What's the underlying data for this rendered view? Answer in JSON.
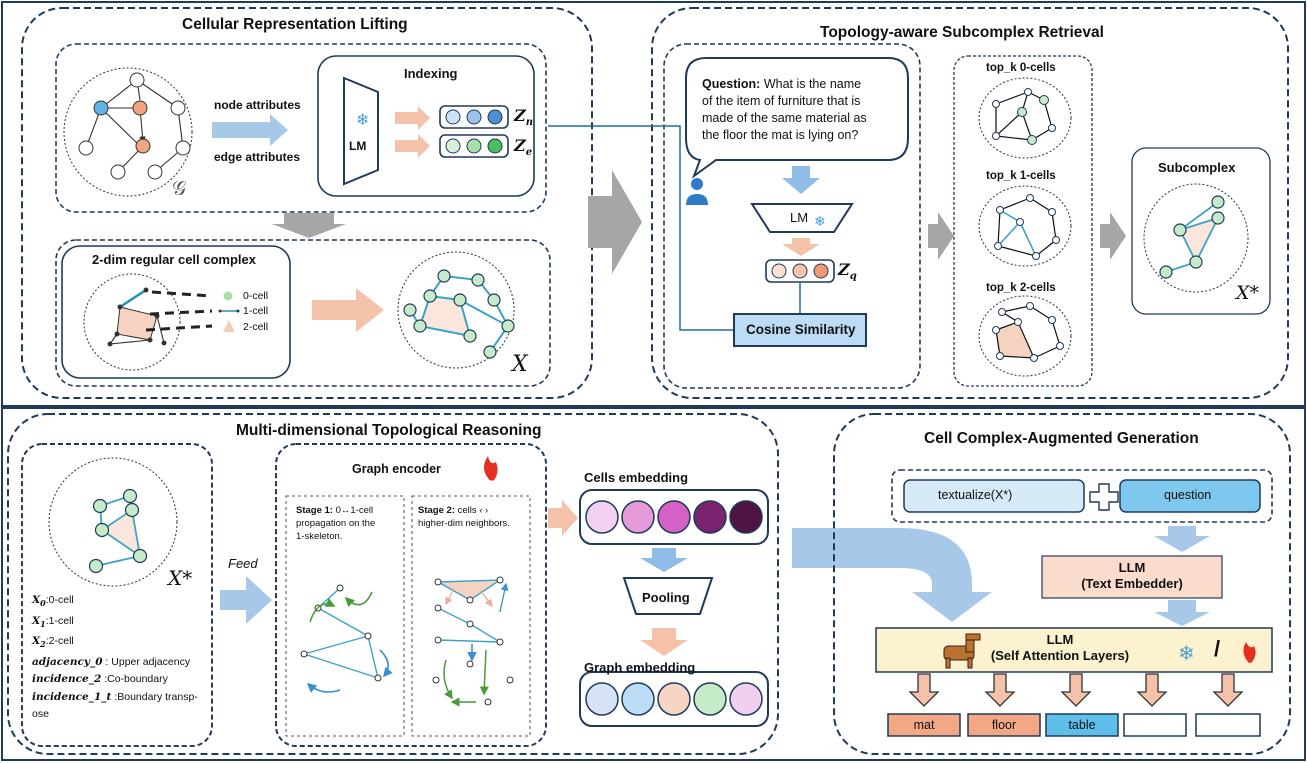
{
  "panels": {
    "lifting_title": "Cellular Representation Lifting",
    "retrieval_title": "Topology-aware Subcomplex Retrieval",
    "reasoning_title": "Multi-dimensional Topological Reasoning",
    "generation_title": "Cell Complex-Augmented Generation"
  },
  "lifting": {
    "node_attributes": "node attributes",
    "edge_attributes": "edge attributes",
    "indexing": "Indexing",
    "lm": "LM",
    "zn": "Z",
    "zn_sub": "n",
    "ze": "Z",
    "ze_sub": "e",
    "graph_symbol": "𝒢",
    "cell_complex_title": "2-dim regular cell complex",
    "legend": [
      "0-cell",
      "1-cell",
      "2-cell"
    ],
    "complex_symbol": "X"
  },
  "retrieval": {
    "question_label": "Question:",
    "question_lines": [
      " What is the name",
      "of the item of furniture that is",
      "made of the same material as",
      "the floor the mat is lying on?"
    ],
    "lm": "LM",
    "zq": "Z",
    "zq_sub": "q",
    "cosine": "Cosine Similarity",
    "topk": [
      "top_k 0-cells",
      "top_k 1-cells",
      "top_k 2-cells"
    ],
    "subcomplex": "Subcomplex",
    "subcomplex_symbol": "X*"
  },
  "reasoning": {
    "symbol": "X*",
    "defs": [
      {
        "sym": "X",
        "sub": "0",
        "desc": ":0-cell"
      },
      {
        "sym": "X",
        "sub": "1",
        "desc": ":1-cell"
      },
      {
        "sym": "X",
        "sub": "2",
        "desc": ":2-cell"
      },
      {
        "sym": "adjacency_0",
        "sub": "",
        "desc": " : Upper adjacency"
      },
      {
        "sym": "incidence_2",
        "sub": "",
        "desc": " :Co-boundary"
      },
      {
        "sym": "incidence_1_t",
        "sub": "",
        "desc": " :Boundary transp-"
      }
    ],
    "defs_tail": "ose",
    "feed": "Feed",
    "graph_encoder": "Graph encoder",
    "stage1_bold": "Stage 1:",
    "stage1_lines": [
      " 0↔1-cell",
      "propagation on the",
      "1-skeleton."
    ],
    "stage2_bold": "Stage 2:",
    "stage2_lines": [
      " cells ‹ ›",
      "higher-dim neighbors."
    ],
    "cells_embedding": "Cells embedding",
    "pooling": "Pooling",
    "graph_embedding": "Graph embedding",
    "cell_colors": [
      "#f2d0ef",
      "#e79ad9",
      "#d462c6",
      "#7a2470",
      "#4f1542"
    ],
    "graph_colors": [
      "#d6e3f6",
      "#bcdcf5",
      "#f6d5c5",
      "#c5ebc9",
      "#f1cfee"
    ]
  },
  "generation": {
    "textualize": "textualize(X*)",
    "question": "question",
    "llm_text": "LLM",
    "llm_text_sub": "(Text Embedder)",
    "llm_attn": "LLM",
    "llm_attn_sub": "(Self Attention Layers)",
    "slash": "/",
    "outputs": [
      "mat",
      "floor",
      "table",
      "",
      ""
    ]
  }
}
